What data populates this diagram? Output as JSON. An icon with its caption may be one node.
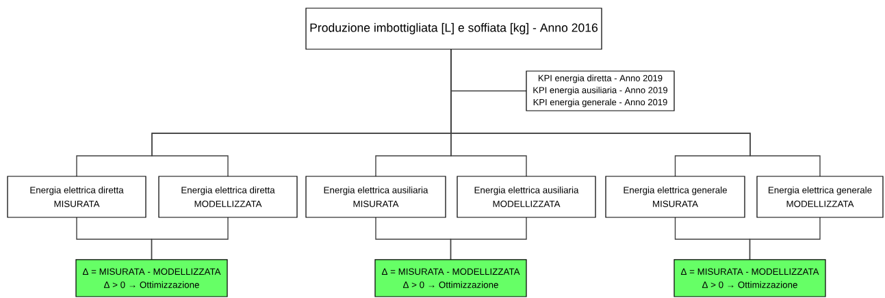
{
  "diagram": {
    "nodes": [
      {
        "text": [
          "Produzione imbottigliata [L] e soffiata [kg] - Anno 2016"
        ]
      },
      {
        "text": [
          "KPI energia diretta - Anno 2019",
          "KPI energia ausiliaria - Anno 2019",
          "KPI energia generale - Anno 2019"
        ]
      },
      {
        "text": [
          "Energia elettrica diretta",
          "MISURATA"
        ]
      },
      {
        "text": [
          "Energia elettrica diretta",
          "MODELLIZZATA"
        ]
      },
      {
        "text": [
          "Energia elettrica ausiliaria",
          "MISURATA"
        ]
      },
      {
        "text": [
          "Energia elettrica ausiliaria",
          "MODELLIZZATA"
        ]
      },
      {
        "text": [
          "Energia elettrica generale",
          "MISURATA"
        ]
      },
      {
        "text": [
          "Energia elettrica generale",
          "MODELLIZZATA"
        ]
      },
      {
        "text": [
          "Δ = MISURATA - MODELLIZZATA",
          "Δ > 0 → Ottimizzazione"
        ]
      },
      {
        "text": [
          "Δ = MISURATA - MODELLIZZATA",
          "Δ > 0 → Ottimizzazione"
        ]
      },
      {
        "text": [
          "Δ = MISURATA - MODELLIZZATA",
          "Δ > 0 → Ottimizzazione"
        ]
      }
    ],
    "edges": [
      {
        "from": 0,
        "to": 1,
        "arrow": "none"
      },
      {
        "from": 0,
        "to": 2,
        "arrow": "none"
      },
      {
        "from": 0,
        "to": 3,
        "arrow": "none"
      },
      {
        "from": 0,
        "to": 4,
        "arrow": "none"
      },
      {
        "from": 0,
        "to": 5,
        "arrow": "none"
      },
      {
        "from": 0,
        "to": 6,
        "arrow": "none"
      },
      {
        "from": 0,
        "to": 7,
        "arrow": "none"
      },
      {
        "from": 2,
        "to": 8,
        "arrow": "none"
      },
      {
        "from": 3,
        "to": 8,
        "arrow": "none"
      },
      {
        "from": 4,
        "to": 9,
        "arrow": "none"
      },
      {
        "from": 5,
        "to": 9,
        "arrow": "none"
      },
      {
        "from": 6,
        "to": 10,
        "arrow": "none"
      },
      {
        "from": 7,
        "to": 10,
        "arrow": "none"
      }
    ]
  }
}
